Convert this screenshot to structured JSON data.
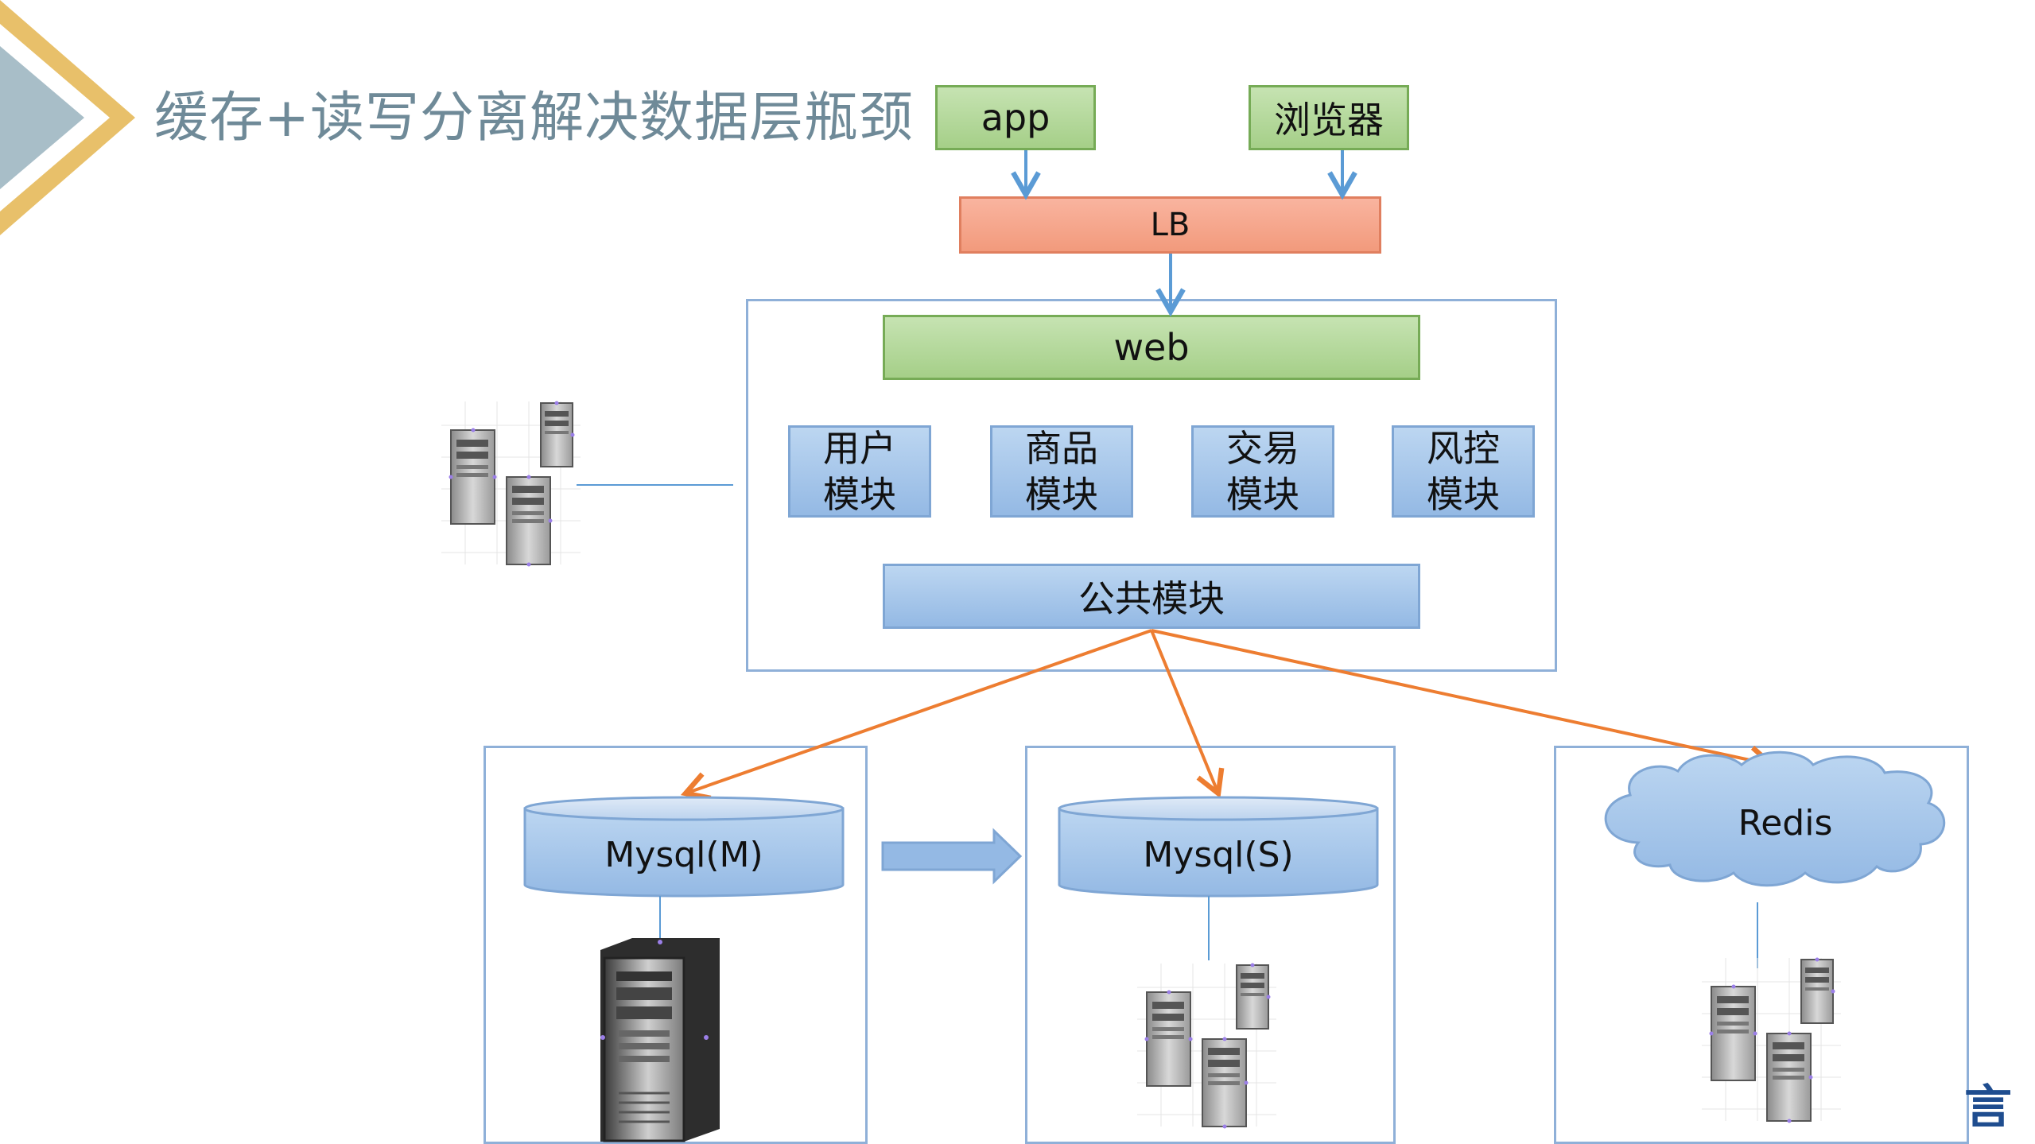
{
  "title": "缓存+读写分离解决数据层瓶颈",
  "clients": {
    "app": "app",
    "browser": "浏览器"
  },
  "lb": "LB",
  "web": "web",
  "modules": {
    "user": [
      "用户",
      "模块"
    ],
    "goods": [
      "商品",
      "模块"
    ],
    "trade": [
      "交易",
      "模块"
    ],
    "risk": [
      "风控",
      "模块"
    ]
  },
  "common_module": "公共模块",
  "stores": {
    "master": "Mysql(M)",
    "slave": "Mysql(S)",
    "cache": "Redis"
  },
  "corner_logo": "言",
  "colors": {
    "title": "#6f8a98",
    "green": "#a5cf88",
    "orange": "#f29a7c",
    "blue": "#94b9e4",
    "frame": "#8fb0d8",
    "arrow_blue": "#5b9bd5",
    "arrow_orange": "#ed7d31",
    "accent_gold": "#e8c06a",
    "accent_slate": "#a8bec8"
  }
}
